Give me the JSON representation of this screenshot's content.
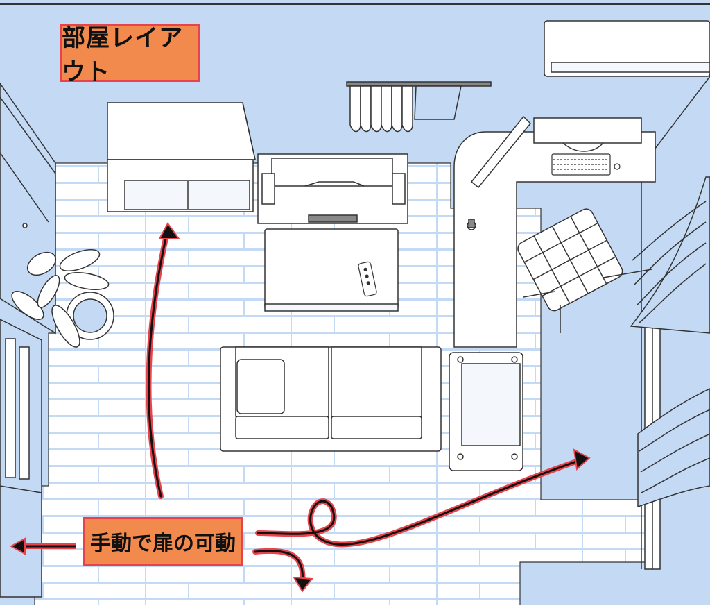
{
  "title": "部屋レイアウト",
  "door_label": "手動で扉の可動",
  "colors": {
    "floor_blue": "#c4daf4",
    "plank_white": "#ffffff",
    "label_fill": "#f28a4e",
    "label_border": "#e8424a",
    "arrow_red": "#e8424a",
    "arrow_dark": "#111111"
  },
  "objects": [
    "cabinet",
    "tv-stand",
    "coffee-table",
    "remote",
    "sofa",
    "cushion",
    "side-table",
    "l-desk",
    "monitor",
    "keyboard",
    "chair",
    "plant",
    "air-conditioner",
    "curtain-rail",
    "window",
    "door"
  ]
}
